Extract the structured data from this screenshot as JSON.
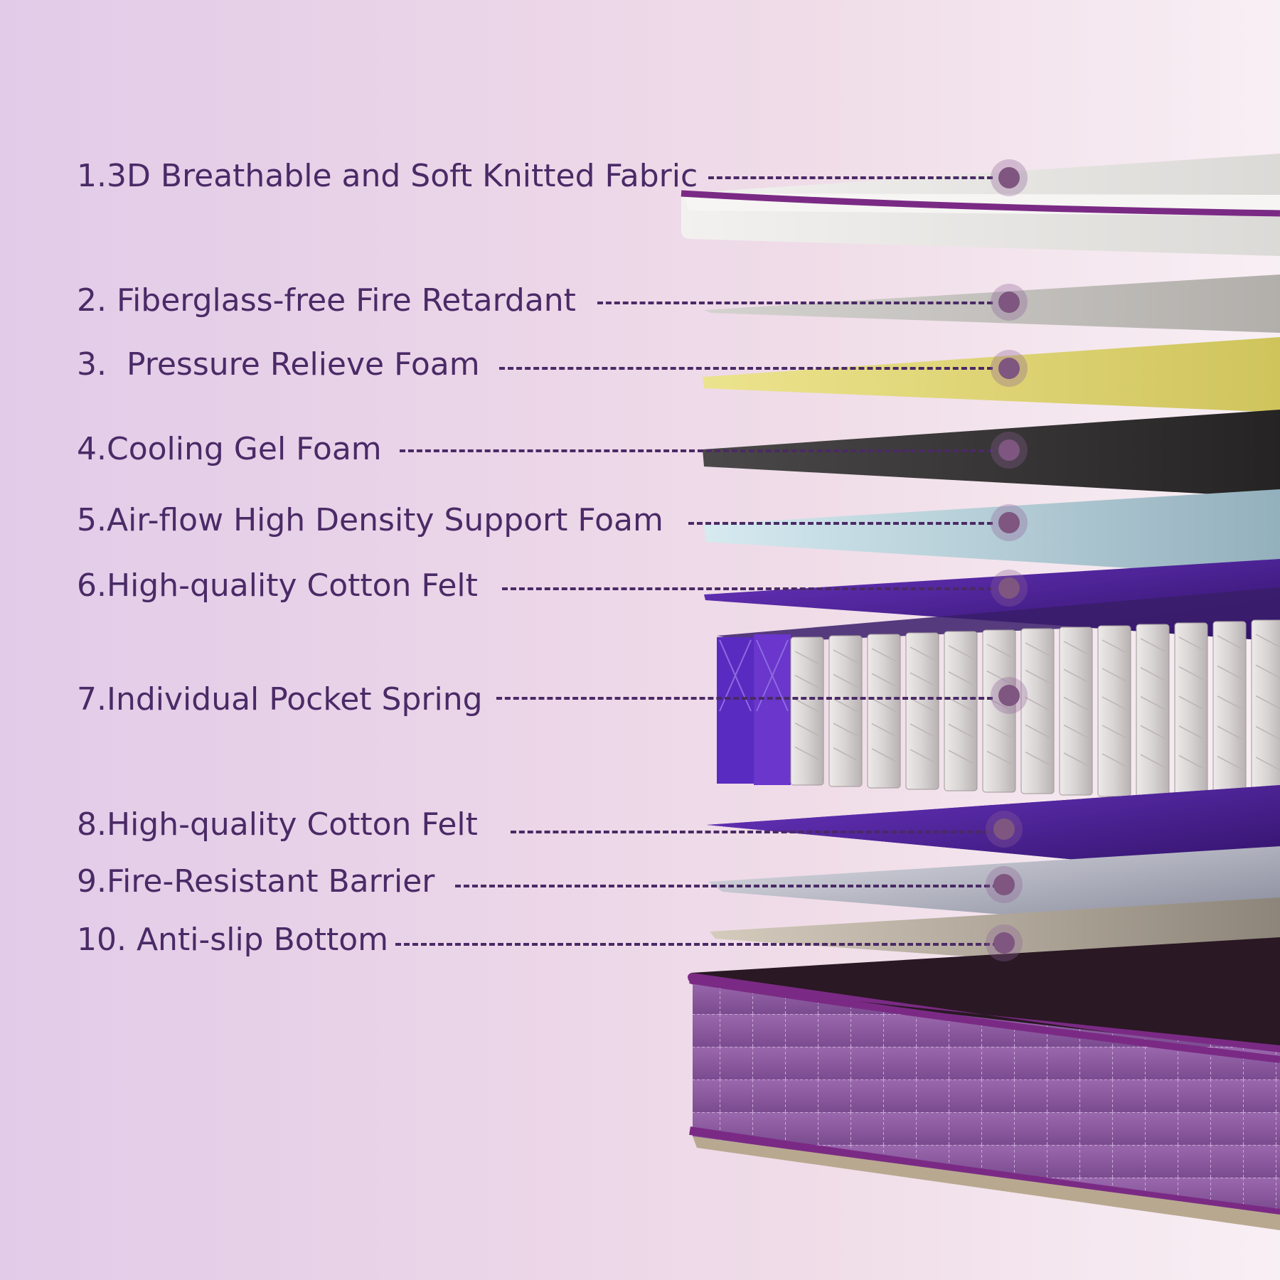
{
  "layers": [
    {
      "label": "1.3D Breathable and Soft Knitted Fabric"
    },
    {
      "label": "2. Fiberglass-free Fire Retardant"
    },
    {
      "label": "3.  Pressure Relieve Foam"
    },
    {
      "label": "4.Cooling Gel Foam"
    },
    {
      "label": "5.Air-flow High Density Support Foam"
    },
    {
      "label": "6.High-quality Cotton Felt"
    },
    {
      "label": "7.Individual Pocket Spring"
    },
    {
      "label": "8.High-quality Cotton Felt"
    },
    {
      "label": "9.Fire-Resistant Barrier"
    },
    {
      "label": "10. Anti-slip Bottom"
    }
  ],
  "colors": {
    "label_text": "#4a2a66",
    "accent_purple": "#6a2b86",
    "knit_top": "#ecebe8",
    "fire_retardant": "#c9c7c3",
    "pressure_foam": "#e6dc7a",
    "gel_foam": "#3a3838",
    "support_foam": "#c6dde6",
    "cotton_felt": "#5a2aa6",
    "springs": "#d6d2d2",
    "barrier": "#c7c9d2",
    "bottom": "#bdb3a6",
    "mattress_side": "#8a5a9e"
  }
}
